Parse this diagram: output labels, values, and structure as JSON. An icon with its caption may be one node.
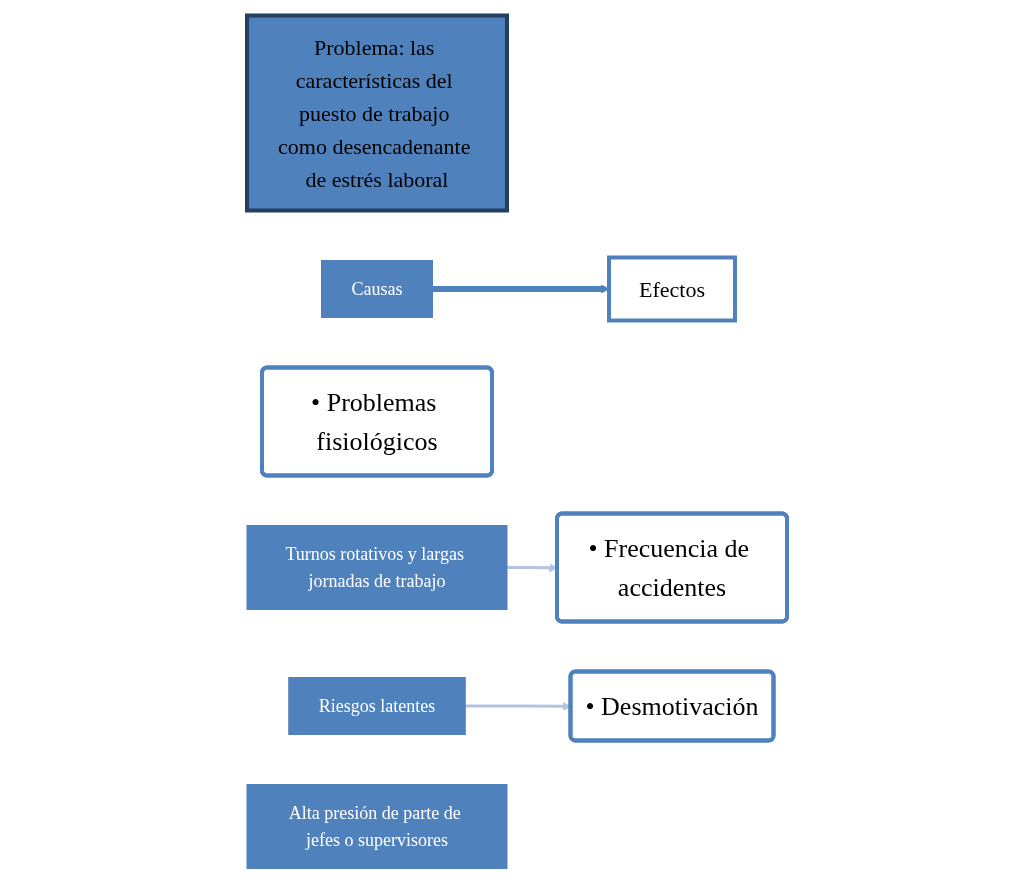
{
  "diagram": {
    "nodes": [
      {
        "text": [
          "Problema: las características del puesto de trabajo como desencadenante de estrés laboral"
        ]
      },
      {
        "text": [
          "Causas"
        ]
      },
      {
        "text": [
          "Efectos"
        ]
      },
      {
        "text": [
          "• Problemas fisiológicos"
        ]
      },
      {
        "text": [
          "Turnos rotativos y largas jornadas de trabajo"
        ]
      },
      {
        "text": [
          "• Frecuencia de accidentes"
        ]
      },
      {
        "text": [
          "Riesgos latentes"
        ]
      },
      {
        "text": [
          "• Desmotivación"
        ]
      },
      {
        "text": [
          "Alta presión de parte de jefes o supervisores"
        ]
      }
    ],
    "edges": [
      {
        "from": 1,
        "to": 2,
        "arrow": "to",
        "style": "thick",
        "color": "#4f81bd"
      },
      {
        "from": 4,
        "to": 5,
        "arrow": "to",
        "color": "#b4c4de"
      },
      {
        "from": 6,
        "to": 7,
        "arrow": "to",
        "color": "#b4c4de"
      }
    ]
  }
}
